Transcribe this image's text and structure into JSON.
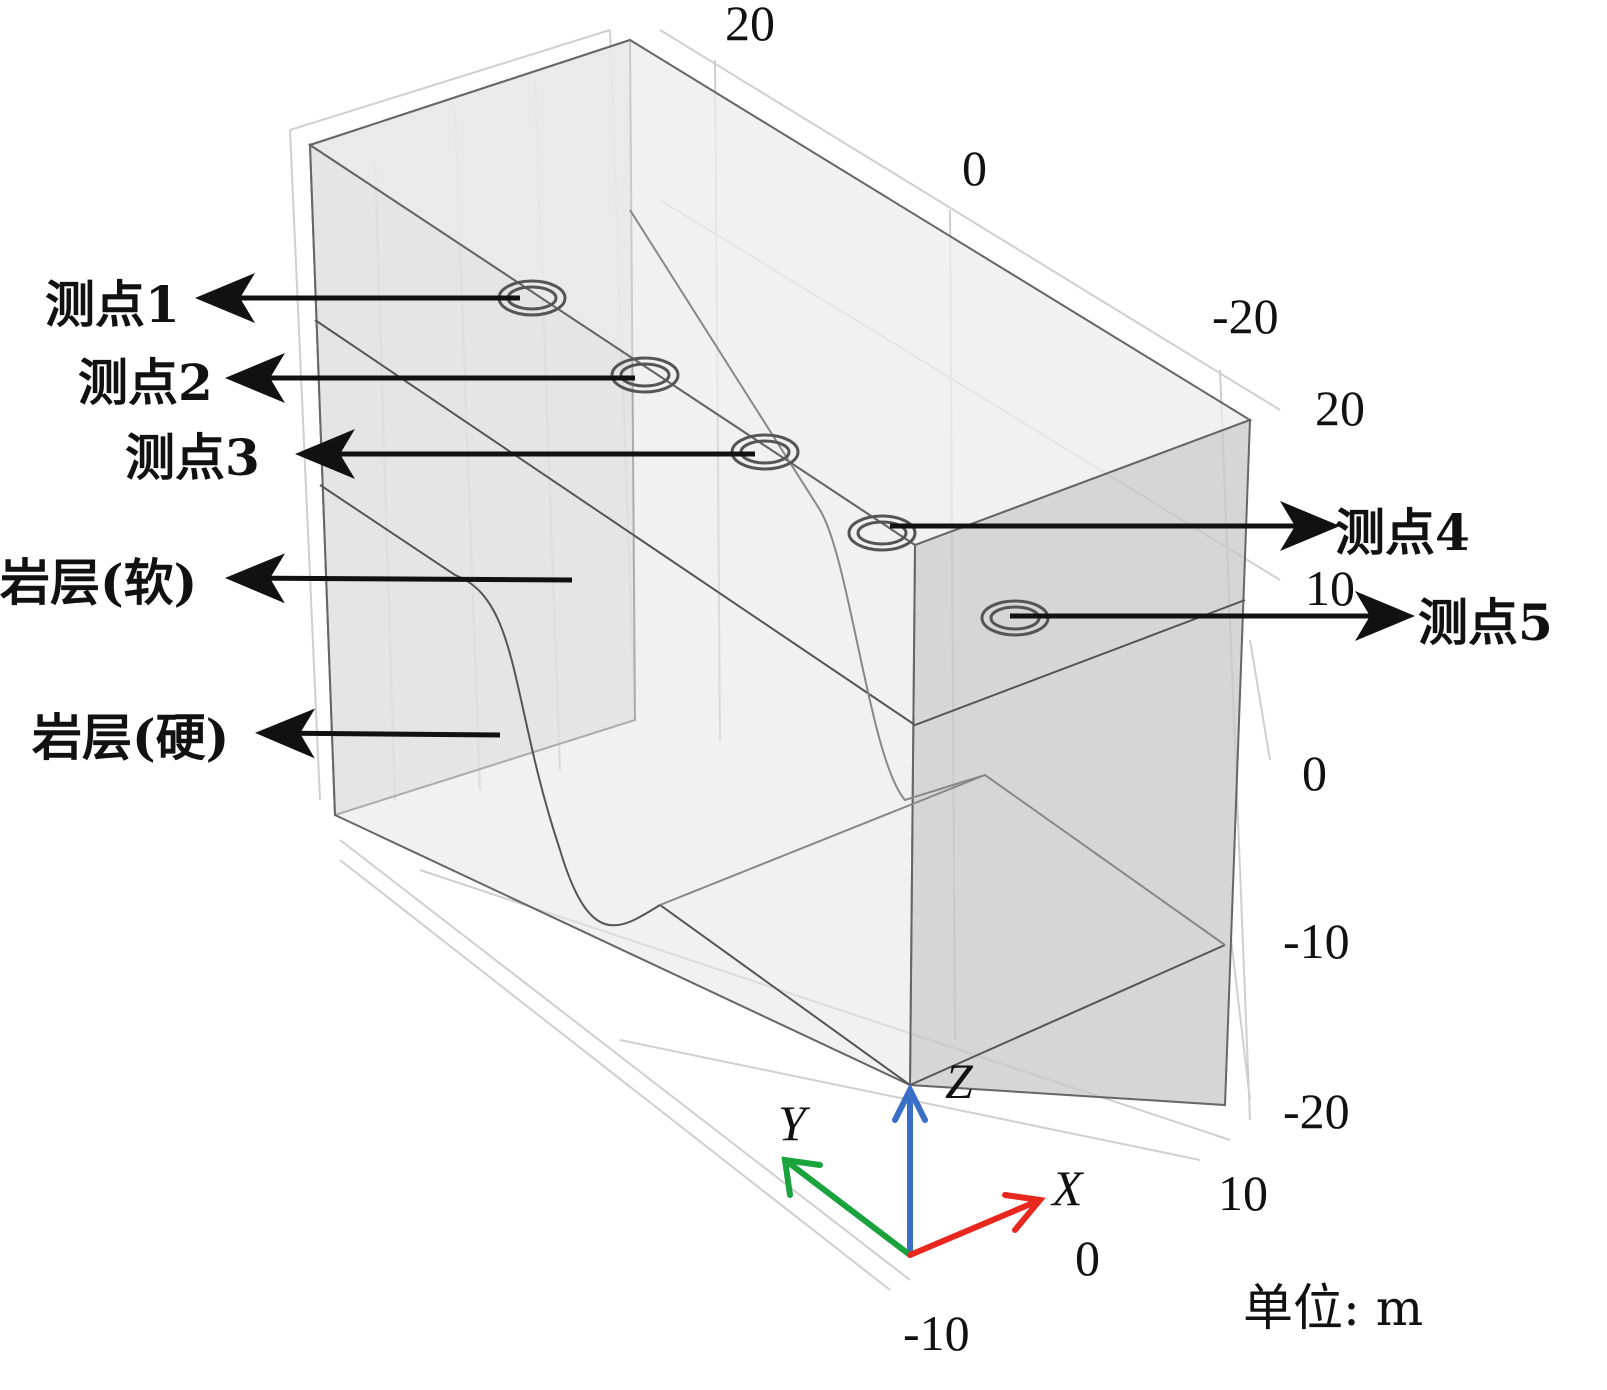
{
  "labels": {
    "p1": "测点1",
    "p2": "测点2",
    "p3": "测点3",
    "p4": "测点4",
    "p5": "测点5",
    "soft": "岩层(软)",
    "hard": "岩层(硬)"
  },
  "ticks": {
    "top": [
      "20",
      "0",
      "-20"
    ],
    "right_y": [
      "20",
      "10"
    ],
    "z": [
      "0",
      "-10",
      "-20"
    ],
    "x": [
      "10",
      "0",
      "-10"
    ]
  },
  "axes": {
    "x": "X",
    "y": "Y",
    "z": "Z"
  },
  "unit": "单位: m",
  "colors": {
    "x_axis": "#e8281e",
    "y_axis": "#1aa33c",
    "z_axis": "#3a6fc8"
  }
}
